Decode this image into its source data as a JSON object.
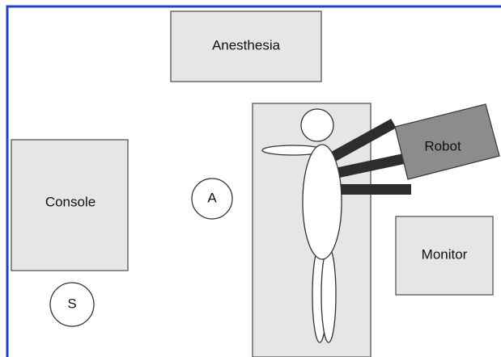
{
  "labels": {
    "anesthesia": "Anesthesia",
    "console": "Console",
    "robot": "Robot",
    "monitor": "Monitor",
    "assistant": "A",
    "surgeon": "S"
  },
  "colors": {
    "room_border": "#1f3fd1",
    "equipment_fill": "#e6e6e6",
    "robot_fill": "#8c8c8c",
    "robot_arm": "#2d2d2d",
    "patient_fill": "#ffffff"
  }
}
